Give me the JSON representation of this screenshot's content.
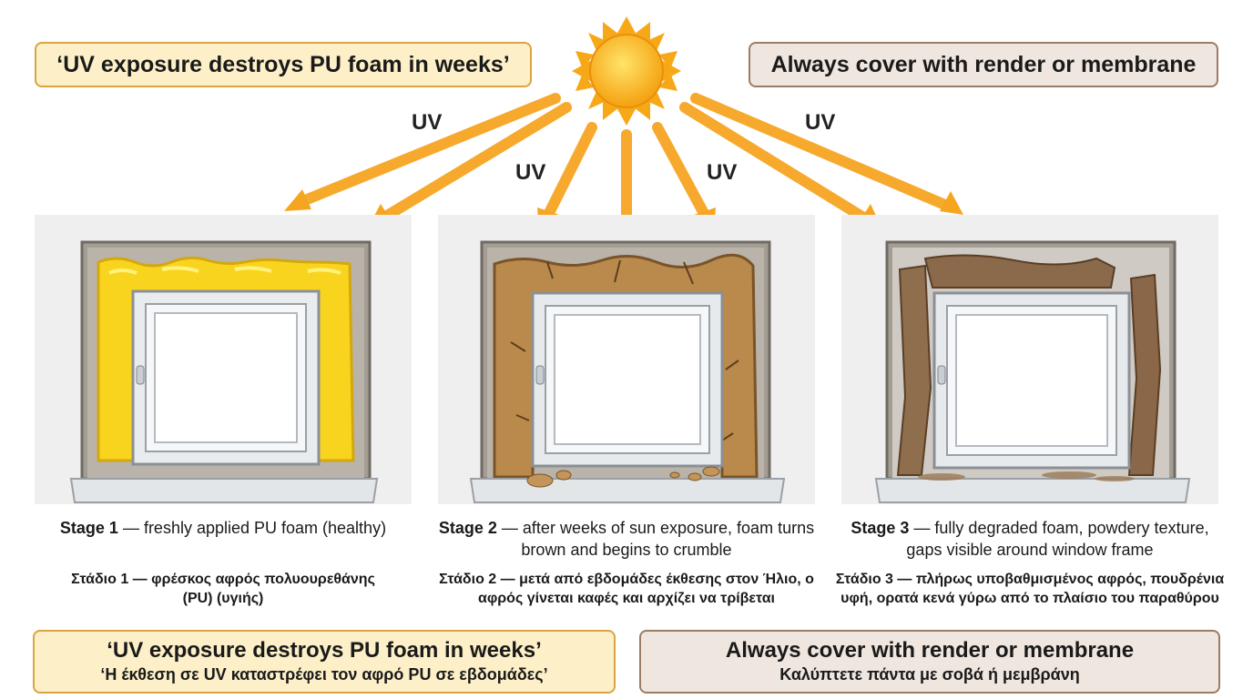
{
  "top_left_banner": "‘UV exposure destroys PU foam in weeks’",
  "top_right_banner": "Always cover with render or membrane",
  "uv_labels": [
    "UV",
    "UV",
    "UV",
    "UV"
  ],
  "stages": [
    {
      "label": "Stage 1",
      "text": " — freshly applied PU foam (healthy)",
      "greek": "Στάδιο 1 — φρέσκος αφρός πολυουρεθάνης (PU) (υγιής)"
    },
    {
      "label": "Stage 2",
      "text": " — after weeks of sun exposure, foam turns brown and begins to crumble",
      "greek": "Στάδιο 2 — μετά από εβδομάδες έκθεσης στον Ήλιο, ο αφρός γίνεται καφές και αρχίζει να τρίβεται"
    },
    {
      "label": "Stage 3",
      "text": " — fully degraded foam, powdery texture, gaps visible around window frame",
      "greek": "Στάδιο 3 — πλήρως υποβαθμισμένος αφρός, πουδρένια υφή, ορατά κενά γύρω από το πλαίσιο του παραθύρου"
    }
  ],
  "bottom_left_banner": {
    "en": "‘UV exposure destroys PU foam in weeks’",
    "gr": "‘Η έκθεση σε UV καταστρέφει τον αφρό PU σε εβδομάδες’"
  },
  "bottom_right_banner": {
    "en": "Always cover with render or membrane",
    "gr": "Καλύπτετε πάντα με σοβά ή μεμβράνη"
  },
  "colors": {
    "warn_fill": "#fdf0c8",
    "warn_border": "#d9a441",
    "info_fill": "#efe6df",
    "info_border": "#9c7c63",
    "fresh_foam": "#f7d21c",
    "aged_foam": "#b8874a",
    "degraded_foam": "#8a6a4a",
    "sun": "#f9b51f"
  }
}
